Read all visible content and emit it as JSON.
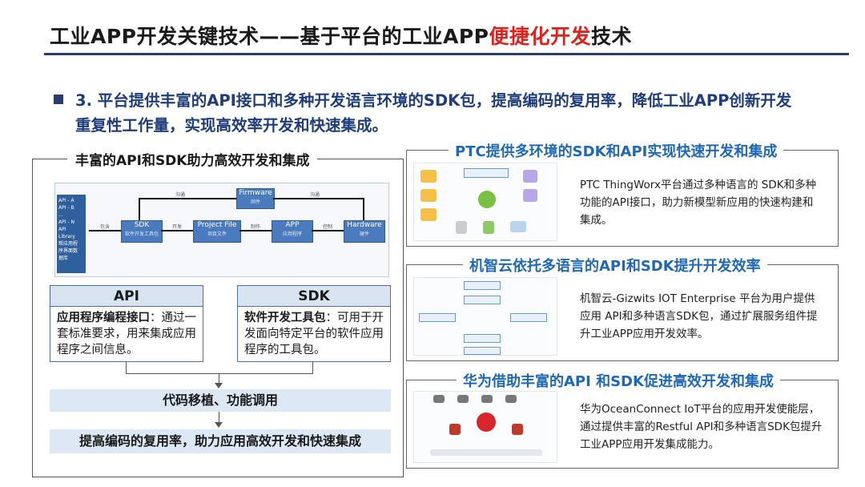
{
  "header": {
    "title_main": "工业APP开发关键技术——基于平台的工业APP",
    "title_highlight": "便捷化开发",
    "title_tail": "技术"
  },
  "point": {
    "text": "3. 平台提供丰富的API接口和多种开发语言环境的SDK包，提高编码的复用率，降低工业APP创新开发重复性工作量，实现高效率开发和快速集成。"
  },
  "left_panel": {
    "title": "丰富的API和SDK助力高效开发和集成",
    "diagram": {
      "side_list": [
        "API - A",
        "API - B",
        "...",
        "API - N",
        "",
        "API Library",
        "帮应用程",
        "序界面数",
        "据库"
      ],
      "firmware": "Firmware",
      "firmware_sub": "固件",
      "sdk": "SDK",
      "sdk_sub": "软件开发工具包",
      "project": "Project File",
      "project_sub": "项目文件",
      "app": "APP",
      "app_sub": "应用程序",
      "hardware": "Hardware",
      "hardware_sub": "硬件",
      "edge_labels": [
        "沟通",
        "沟通",
        "包含",
        "开发",
        "制作",
        "控制"
      ]
    },
    "api_box": {
      "head": "API",
      "term": "应用程序编程接口",
      "desc": "：通过一套标准要求，用来集成应用程序之间信息。"
    },
    "sdk_box": {
      "head": "SDK",
      "term": "软件开发工具包",
      "desc": "：可用于开发面向特定平台的软件应用程序的工具包。"
    },
    "band1": "代码移植、功能调用",
    "band2": "提高编码的复用率，助力应用高效开发和快速集成"
  },
  "right_panels": [
    {
      "title": "PTC提供多环境的SDK和API实现快速开发和集成",
      "text": "PTC ThingWorx平台通过多种语言的 SDK和多种功能的API接口，助力新模型新应用的快速构建和集成。"
    },
    {
      "title": "机智云依托多语言的API和SDK提升开发效率",
      "text": "机智云-Gizwits IOT Enterprise 平台为用户提供应用 API和多种语言SDK包，通过扩展服务组件提升工业APP应用开发效率。"
    },
    {
      "title": "华为借助丰富的API 和SDK促进高效开发和集成",
      "text": "华为OceanConnect IoT平台的应用开发使能层，通过提供丰富的Restful API和多种语言SDK包提升工业APP应用开发集成能力。"
    }
  ],
  "colors": {
    "title_accent": "#e0201b",
    "navy": "#2a3b6e",
    "panel_title_blue": "#1f68b5",
    "block_blue": "#4a7bbd"
  }
}
